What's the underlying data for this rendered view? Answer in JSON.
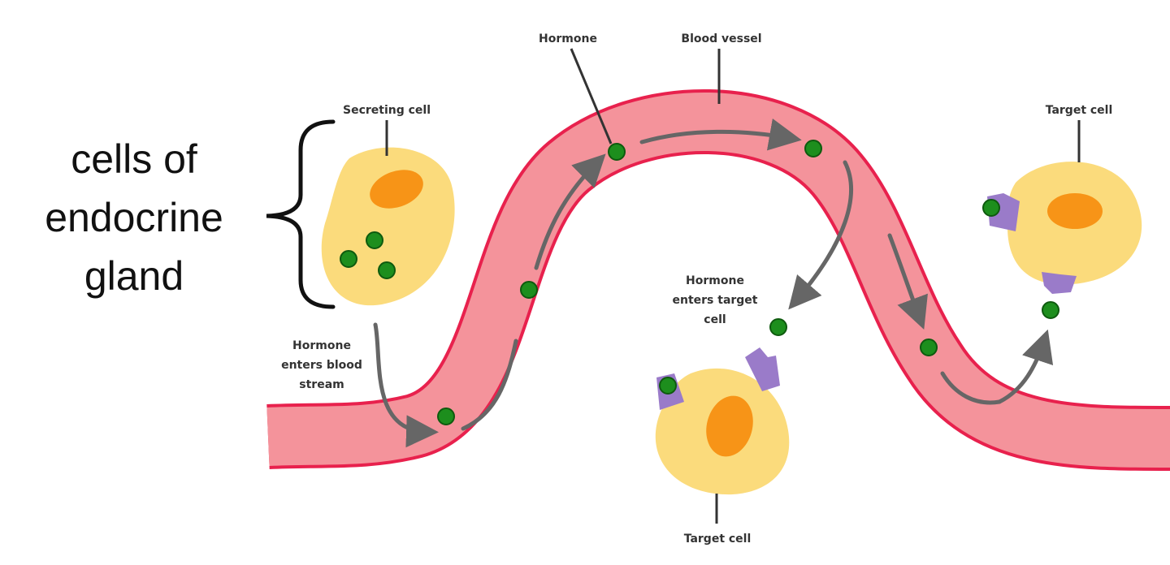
{
  "caption": {
    "lines": [
      "cells of",
      "endocrine",
      "gland"
    ]
  },
  "labels": {
    "hormone": "Hormone",
    "blood_vessel": "Blood vessel",
    "secreting_cell": "Secreting cell",
    "target_cell_right": "Target cell",
    "target_cell_bottom": "Target cell",
    "enters_blood_stream": [
      "Hormone",
      "enters blood",
      "stream"
    ],
    "enters_target_cell": [
      "Hormone",
      "enters target",
      "cell"
    ]
  },
  "colors": {
    "vessel_wall": "#e8214d",
    "vessel_fill": "#f4939b",
    "cell_fill": "#fbdb7c",
    "nucleus": "#f79417",
    "hormone": "#1d8e1d",
    "receptor": "#9a7bc9",
    "arrow": "#666666",
    "caption_text": "#111111"
  }
}
